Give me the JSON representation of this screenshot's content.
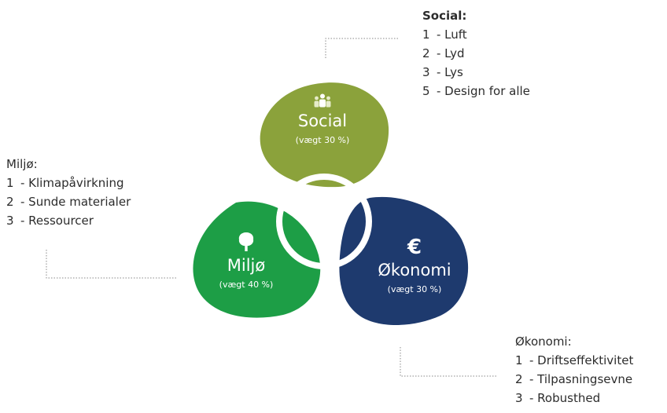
{
  "pillars": {
    "social": {
      "name": "Social",
      "weight": "(vægt 30 %)",
      "color": "#8ba23b",
      "icon": "people-icon"
    },
    "miljo": {
      "name": "Miljø",
      "weight": "(vægt 40 %)",
      "color": "#1d9e46",
      "icon": "tree-icon"
    },
    "okonomi": {
      "name": "Økonomi",
      "weight": "(vægt 30 %)",
      "color": "#1e3a6e",
      "icon": "euro-icon",
      "symbol": "€"
    }
  },
  "lists": {
    "social": {
      "heading": "Social:",
      "items": [
        {
          "num": "1",
          "text": "- Luft"
        },
        {
          "num": "2",
          "text": "- Lyd"
        },
        {
          "num": "3",
          "text": "- Lys"
        },
        {
          "num": "5",
          "text": "- Design for alle"
        }
      ]
    },
    "miljo": {
      "heading": "Miljø:",
      "items": [
        {
          "num": "1",
          "text": "- Klimapåvirkning"
        },
        {
          "num": "2",
          "text": "- Sunde materialer"
        },
        {
          "num": "3",
          "text": "- Ressourcer"
        }
      ]
    },
    "okonomi": {
      "heading": "Økonomi:",
      "items": [
        {
          "num": "1",
          "text": "- Driftseffektivitet"
        },
        {
          "num": "2",
          "text": "- Tilpasningsevne"
        },
        {
          "num": "3",
          "text": "- Robusthed"
        }
      ]
    }
  }
}
